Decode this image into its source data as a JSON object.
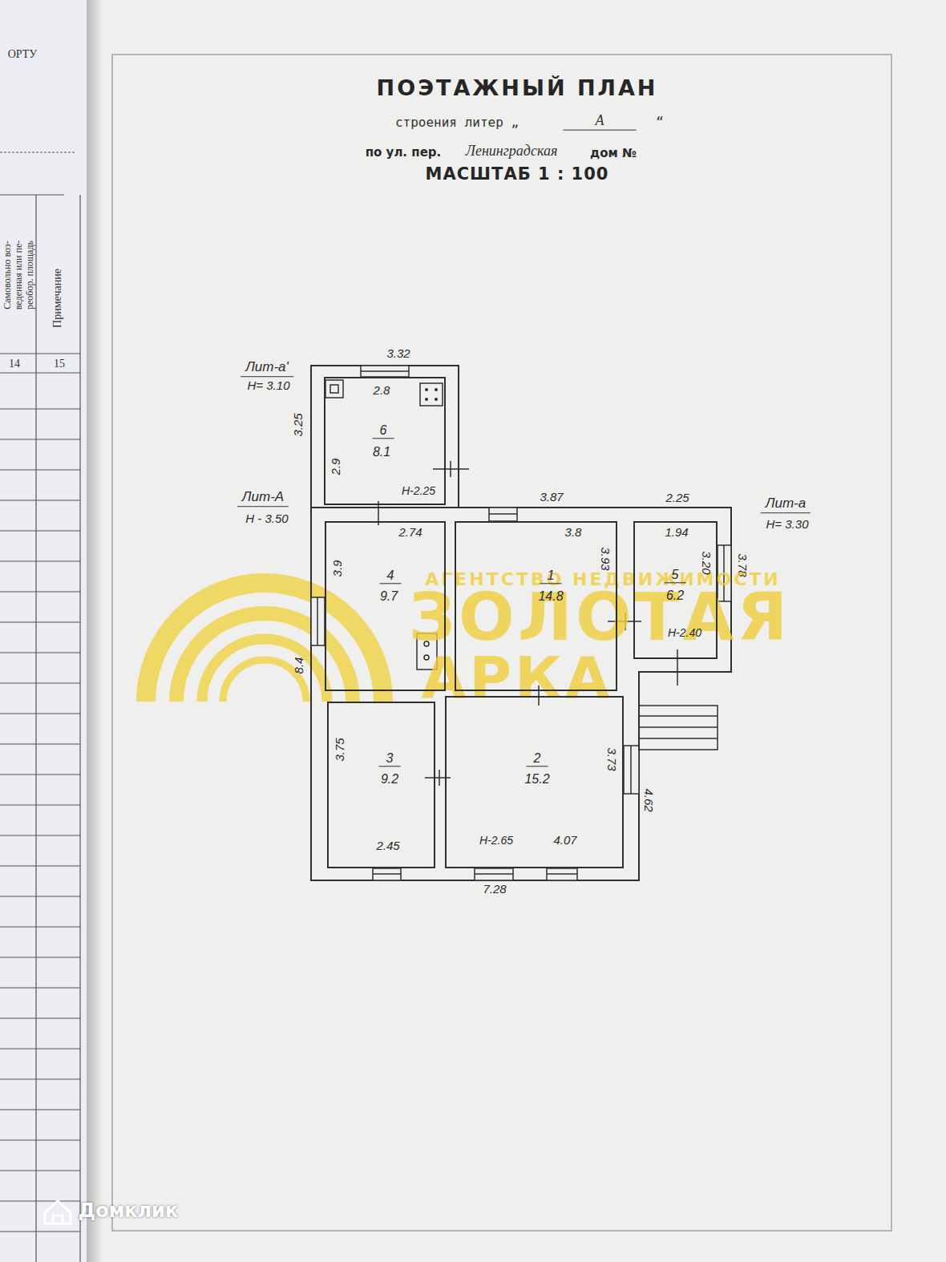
{
  "diagram": {
    "title": "ПОЭТАЖНЫЙ ПЛАН",
    "nodes": [
      {
        "text": [
          "6",
          "8.1",
          "2.8",
          "2.9",
          "Н-2.25"
        ]
      },
      {
        "text": [
          "4",
          "9.7",
          "2.74",
          "3.9"
        ]
      },
      {
        "text": [
          "1",
          "14.8",
          "3.8",
          "3.93"
        ]
      },
      {
        "text": [
          "5",
          "6.2",
          "1.94",
          "3.20",
          "Н-2.40"
        ]
      },
      {
        "text": [
          "3",
          "9.2",
          "3.75",
          "2.45"
        ]
      },
      {
        "text": [
          "2",
          "15.2",
          "3.73",
          "Н-2.65",
          "4.07"
        ]
      }
    ],
    "labels": [
      "строения литер „",
      "А",
      "“",
      "по ул. пер.",
      "Ленинградская",
      "дом №",
      "МАСШТАБ 1 : 100",
      "ОРТУ",
      "Самовольно воз- веденная или пе- реобор. площадь",
      "Примечание",
      "14",
      "15",
      "Лит-а'",
      "Н= 3.10",
      "3.32",
      "3.25",
      "Лит-А",
      "Н - 3.50",
      "3.87",
      "2.25",
      "Лит-а",
      "Н= 3.30",
      "3.78",
      "8.4",
      "4.62",
      "7.28",
      "АГЕНТСТВО НЕДВИЖИМОСТИ",
      "ЗОЛОТАЯ",
      "АРКА",
      "Домклик"
    ]
  }
}
